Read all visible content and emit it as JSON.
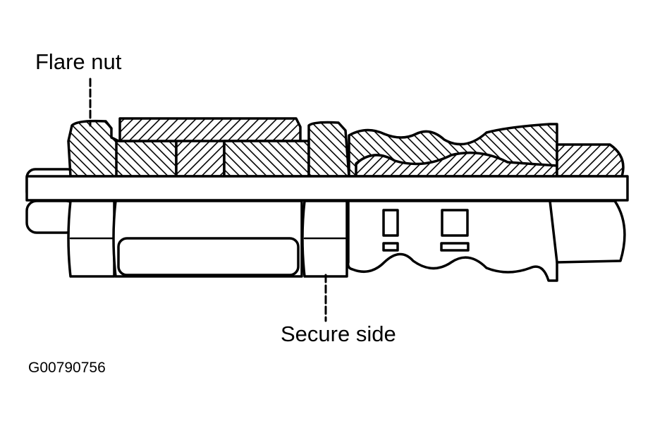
{
  "labels": {
    "flare_nut": "Flare nut",
    "secure_side": "Secure side"
  },
  "figure_code": "G00790756"
}
